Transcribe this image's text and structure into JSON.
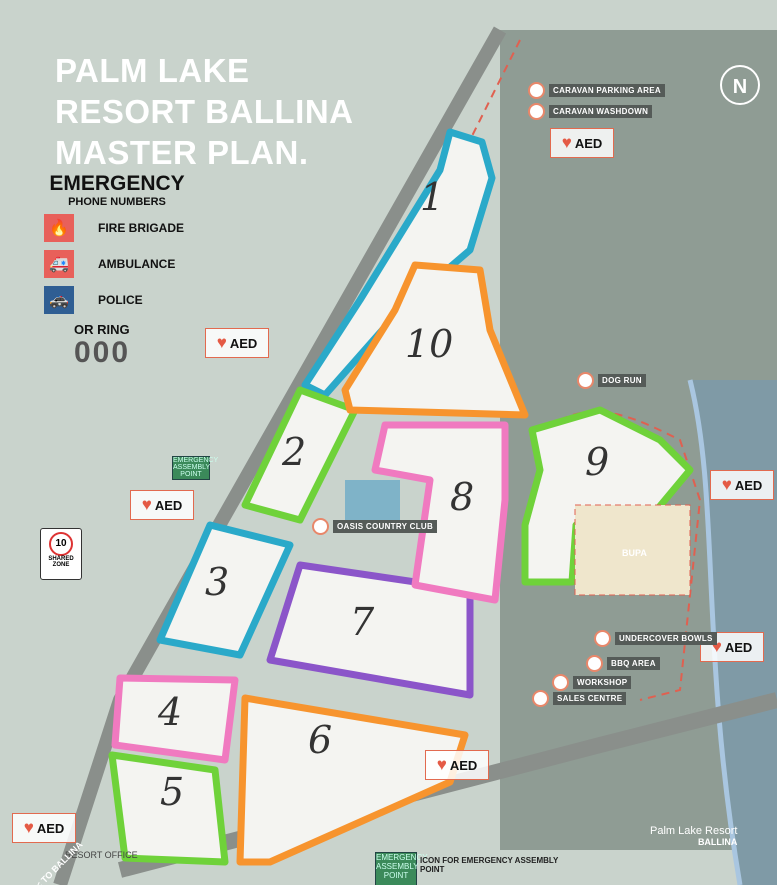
{
  "title_lines": [
    "PALM LAKE",
    "RESORT BALLINA",
    "MASTER PLAN."
  ],
  "emergency": {
    "heading": "EMERGENCY",
    "subheading": "PHONE NUMBERS",
    "services": [
      {
        "label": "FIRE BRIGADE",
        "icon": "fire-icon",
        "color": "#e8605a"
      },
      {
        "label": "AMBULANCE",
        "icon": "ambulance-icon",
        "color": "#e8605a"
      },
      {
        "label": "POLICE",
        "icon": "police-icon",
        "color": "#2f5e93"
      }
    ],
    "or_ring": "OR RING",
    "number": "000"
  },
  "aed_label": "AED",
  "facilities": [
    "CARAVAN PARKING AREA",
    "CARAVAN WASHDOWN",
    "DOG RUN",
    "OASIS COUNTRY CLUB",
    "UNDERCOVER BOWLS",
    "BBQ AREA",
    "WORKSHOP",
    "SALES CENTRE",
    "BUPA",
    "RESORT OFFICE"
  ],
  "assembly_sign": "EMERGENCY ASSEMBLY POINT",
  "assembly_legend": "ICON FOR EMERGENCY ASSEMBLY POINT",
  "shared_zone": {
    "speed": "10",
    "label": "SHARED ZONE"
  },
  "to_ballina": "< TO BALLINA",
  "north": "N",
  "logo": {
    "name": "Palm Lake Resort",
    "place": "BALLINA"
  },
  "zones": [
    {
      "label": "1",
      "color": "#2aa9c9"
    },
    {
      "label": "2",
      "color": "#6fd23a"
    },
    {
      "label": "3",
      "color": "#2aa9c9"
    },
    {
      "label": "4",
      "color": "#f07ac0"
    },
    {
      "label": "5",
      "color": "#6fd23a"
    },
    {
      "label": "6",
      "color": "#f7942e"
    },
    {
      "label": "7",
      "color": "#8b55c9"
    },
    {
      "label": "8",
      "color": "#f07ac0"
    },
    {
      "label": "9",
      "color": "#6fd23a"
    },
    {
      "label": "10",
      "color": "#f7942e"
    }
  ]
}
